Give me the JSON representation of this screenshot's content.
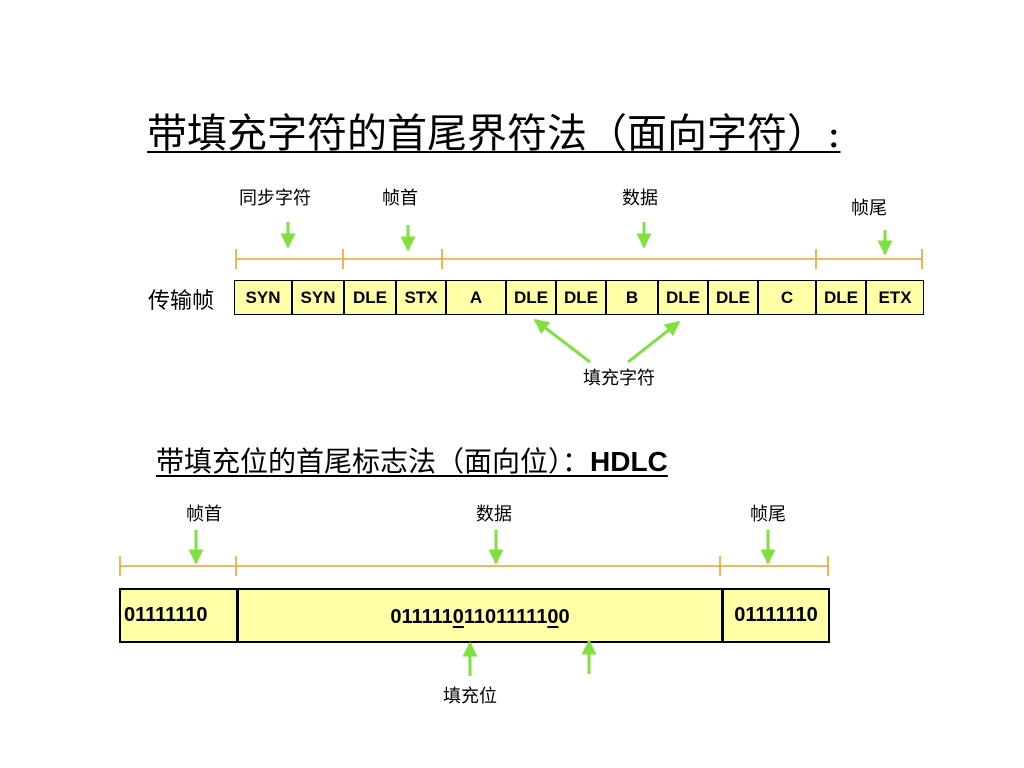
{
  "char_section": {
    "title": "带填充字符的首尾界符法（面向字符）:",
    "labels": {
      "sync": "同步字符",
      "frame_head": "帧首",
      "data": "数据",
      "frame_tail": "帧尾",
      "stuffed": "填充字符"
    },
    "row_label": "传输帧",
    "cells": [
      "SYN",
      "SYN",
      "DLE",
      "STX",
      "A",
      "DLE",
      "DLE",
      "B",
      "DLE",
      "DLE",
      "C",
      "DLE",
      "ETX"
    ]
  },
  "bit_section": {
    "title_prefix": "带填充位的首尾标志法（面向位）：",
    "title_suffix": "HDLC",
    "labels": {
      "frame_head": "帧首",
      "data": "数据",
      "frame_tail": "帧尾",
      "stuffed": "填充位"
    },
    "flag_start": "01111110",
    "data_segments": [
      "011111",
      "0",
      "11011111",
      "0",
      "0"
    ],
    "flag_end": "01111110"
  },
  "colors": {
    "arrow_green": "#7fe040",
    "bracket_orange": "#f0a030",
    "cell_fill": "#ffffa8"
  }
}
